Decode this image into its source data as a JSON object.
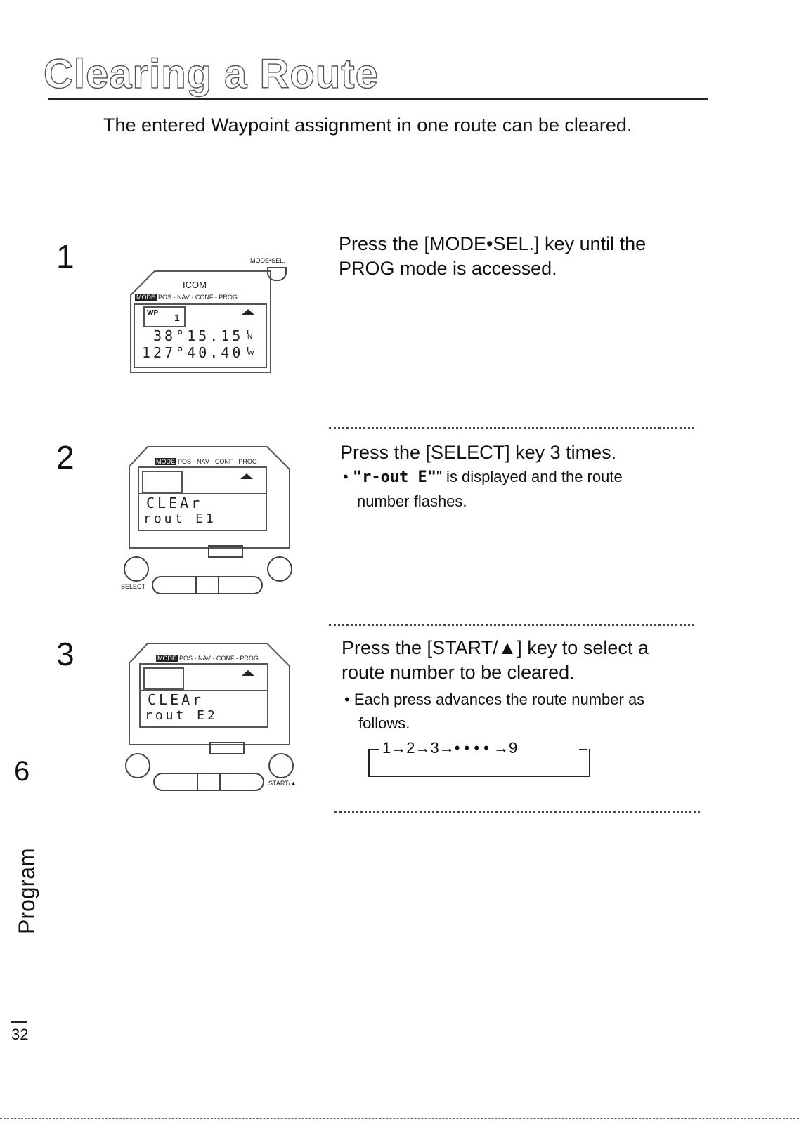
{
  "page": {
    "title": "Clearing a Route",
    "intro": "The entered Waypoint assignment in one route can be cleared.",
    "side_number": "6",
    "side_label": "Program",
    "page_number": "32"
  },
  "steps": [
    {
      "number": "1",
      "instruction_lines": [
        "Press the [MODE•SEL.] key until the",
        "PROG mode is accessed."
      ],
      "display": {
        "key_label": "MODE•SEL.",
        "brand": "ICOM",
        "mode_tag": "MODE",
        "mode_text": "POS - NAV - CONF - PROG",
        "wp_label": "WP",
        "wp_value": "1",
        "lat": "38°15.15'",
        "lat_hemi": "N",
        "lon": "127°40.40'",
        "lon_hemi": "W"
      }
    },
    {
      "number": "2",
      "instruction_lines": [
        "Press the [SELECT] key 3 times."
      ],
      "bullet_symbol": "\"r-out E\"",
      "bullet_lines": [
        "\" is displayed and the route",
        "number flashes."
      ],
      "display": {
        "mode_tag": "MODE",
        "mode_text": "POS - NAV - CONF - PROG",
        "line1": "CLEAr",
        "line2": "rout E1",
        "key_label": "SELECT"
      }
    },
    {
      "number": "3",
      "instruction_lines": [
        "Press the [START/▲] key  to select a",
        "route number to be cleared."
      ],
      "bullet_lines": [
        "Each press advances the route number as",
        "follows."
      ],
      "sequence": "1→2→3→• • • • →9",
      "display": {
        "mode_tag": "MODE",
        "mode_text": "POS - NAV - CONF - PROG",
        "line1": "CLEAr",
        "line2": "rout E2",
        "key_label": "START/▲"
      }
    }
  ]
}
